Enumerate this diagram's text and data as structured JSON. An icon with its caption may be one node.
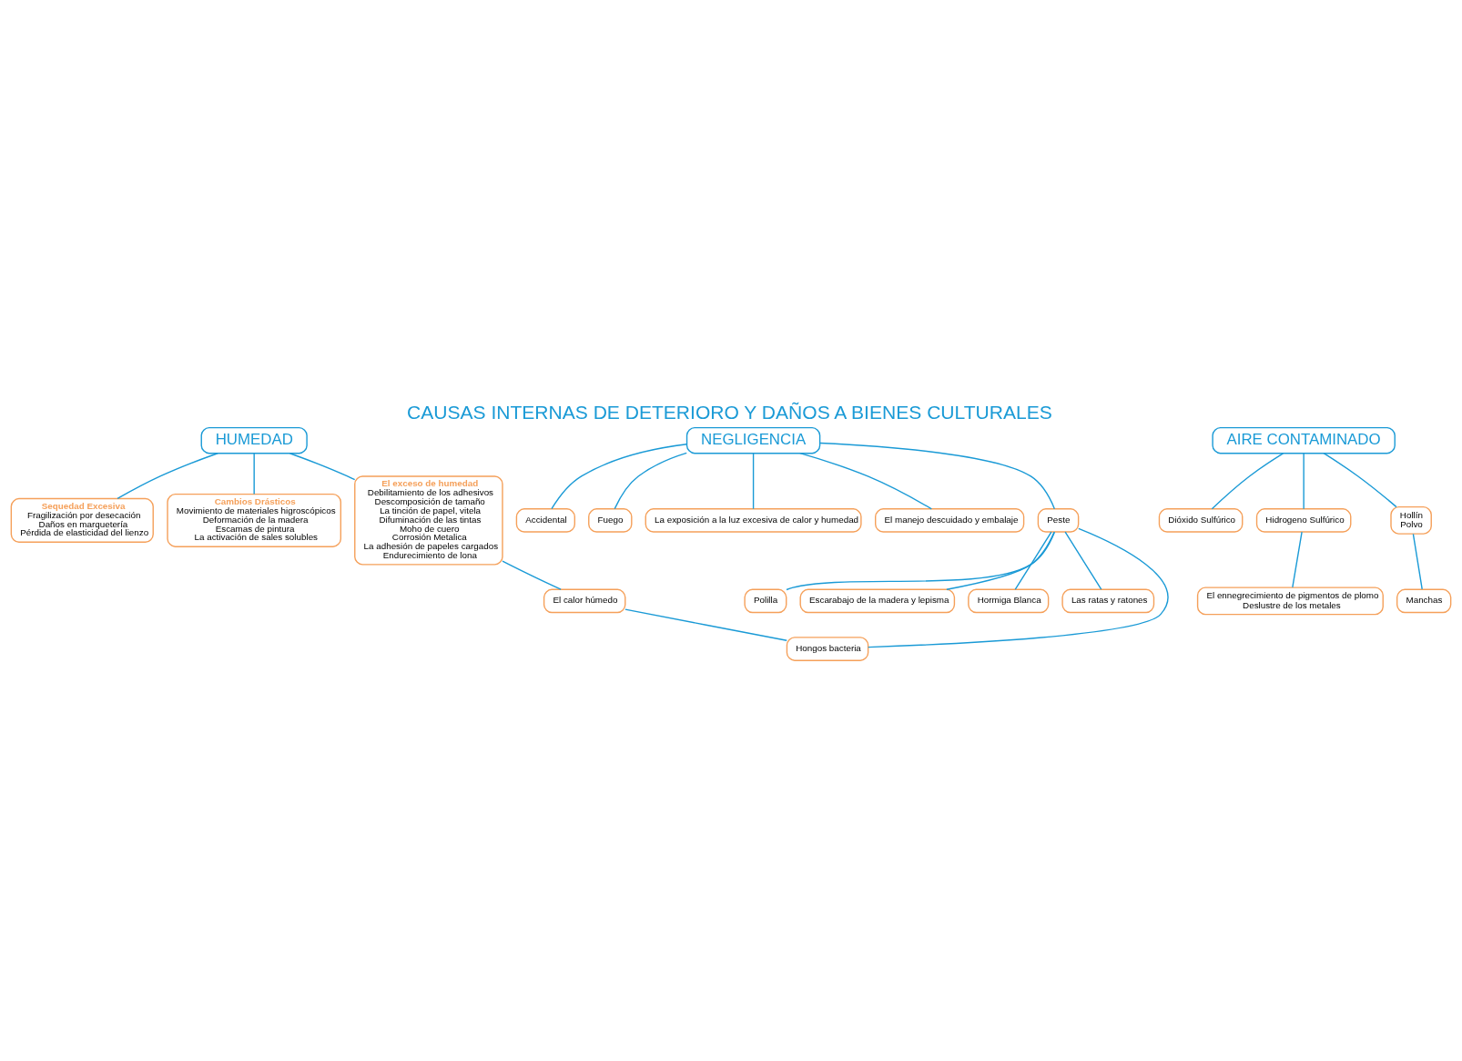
{
  "diagram": {
    "title": "CAUSAS INTERNAS DE DETERIORO Y DAÑOS A BIENES CULTURALES",
    "nodes": [
      {
        "text": [
          "HUMEDAD"
        ]
      },
      {
        "text": [
          "Sequedad Excesiva",
          "Fragilización por desecación",
          "Daños en marquetería",
          "Pérdida de elasticidad del lienzo"
        ]
      },
      {
        "text": [
          "Cambios Drásticos",
          "Movimiento de materiales higroscópicos",
          "Deformación de la madera",
          "Escamas de pintura",
          "La activación de sales solubles"
        ]
      },
      {
        "text": [
          "El exceso de humedad",
          "Debilitamiento de los adhesivos",
          "Descomposición de tamaño",
          "La tinción de papel, vitela",
          "Difuminación de las tintas",
          "Moho de cuero",
          "Corrosión Metalica",
          "La adhesión de papeles cargados",
          "Endurecimiento de lona"
        ]
      },
      {
        "text": [
          "AIRE CONTAMINADO"
        ]
      },
      {
        "text": [
          "Dióxido Sulfúrico"
        ]
      },
      {
        "text": [
          "Hidrogeno Sulfúrico"
        ]
      },
      {
        "text": [
          "Hollín",
          "Polvo"
        ]
      },
      {
        "text": [
          "Manchas"
        ]
      },
      {
        "text": [
          "El ennegrecimiento de pigmentos de plomo",
          "Deslustre de los metales"
        ]
      },
      {
        "text": [
          "NEGLIGENCIA"
        ]
      },
      {
        "text": [
          "Accidental"
        ]
      },
      {
        "text": [
          "Fuego"
        ]
      },
      {
        "text": [
          "La exposición a la luz excesiva de calor y humedad"
        ]
      },
      {
        "text": [
          "El manejo descuidado y embalaje"
        ]
      },
      {
        "text": [
          "Peste"
        ]
      },
      {
        "text": [
          "Polilla"
        ]
      },
      {
        "text": [
          "Escarabajo de la madera y lepisma"
        ]
      },
      {
        "text": [
          "Hormiga Blanca"
        ]
      },
      {
        "text": [
          "Las ratas y ratones"
        ]
      },
      {
        "text": [
          "El calor húmedo"
        ]
      },
      {
        "text": [
          "Hongos bacteria"
        ]
      }
    ],
    "edges": [
      {
        "from": 0,
        "to": 1,
        "arrow": "none"
      },
      {
        "from": 0,
        "to": 2,
        "arrow": "none"
      },
      {
        "from": 0,
        "to": 3,
        "arrow": "none"
      },
      {
        "from": 4,
        "to": 5,
        "arrow": "none"
      },
      {
        "from": 4,
        "to": 6,
        "arrow": "none"
      },
      {
        "from": 4,
        "to": 7,
        "arrow": "none"
      },
      {
        "from": 7,
        "to": 8,
        "arrow": "none"
      },
      {
        "from": 6,
        "to": 9,
        "arrow": "none"
      },
      {
        "from": 10,
        "to": 11,
        "arrow": "none"
      },
      {
        "from": 10,
        "to": 12,
        "arrow": "none"
      },
      {
        "from": 10,
        "to": 13,
        "arrow": "none"
      },
      {
        "from": 10,
        "to": 14,
        "arrow": "none"
      },
      {
        "from": 10,
        "to": 15,
        "arrow": "none"
      },
      {
        "from": 15,
        "to": 16,
        "arrow": "none"
      },
      {
        "from": 15,
        "to": 17,
        "arrow": "none"
      },
      {
        "from": 15,
        "to": 18,
        "arrow": "none"
      },
      {
        "from": 15,
        "to": 19,
        "arrow": "none"
      },
      {
        "from": 15,
        "to": 21,
        "arrow": "none"
      },
      {
        "from": 3,
        "to": 20,
        "arrow": "none"
      },
      {
        "from": 20,
        "to": 21,
        "arrow": "none"
      }
    ]
  }
}
